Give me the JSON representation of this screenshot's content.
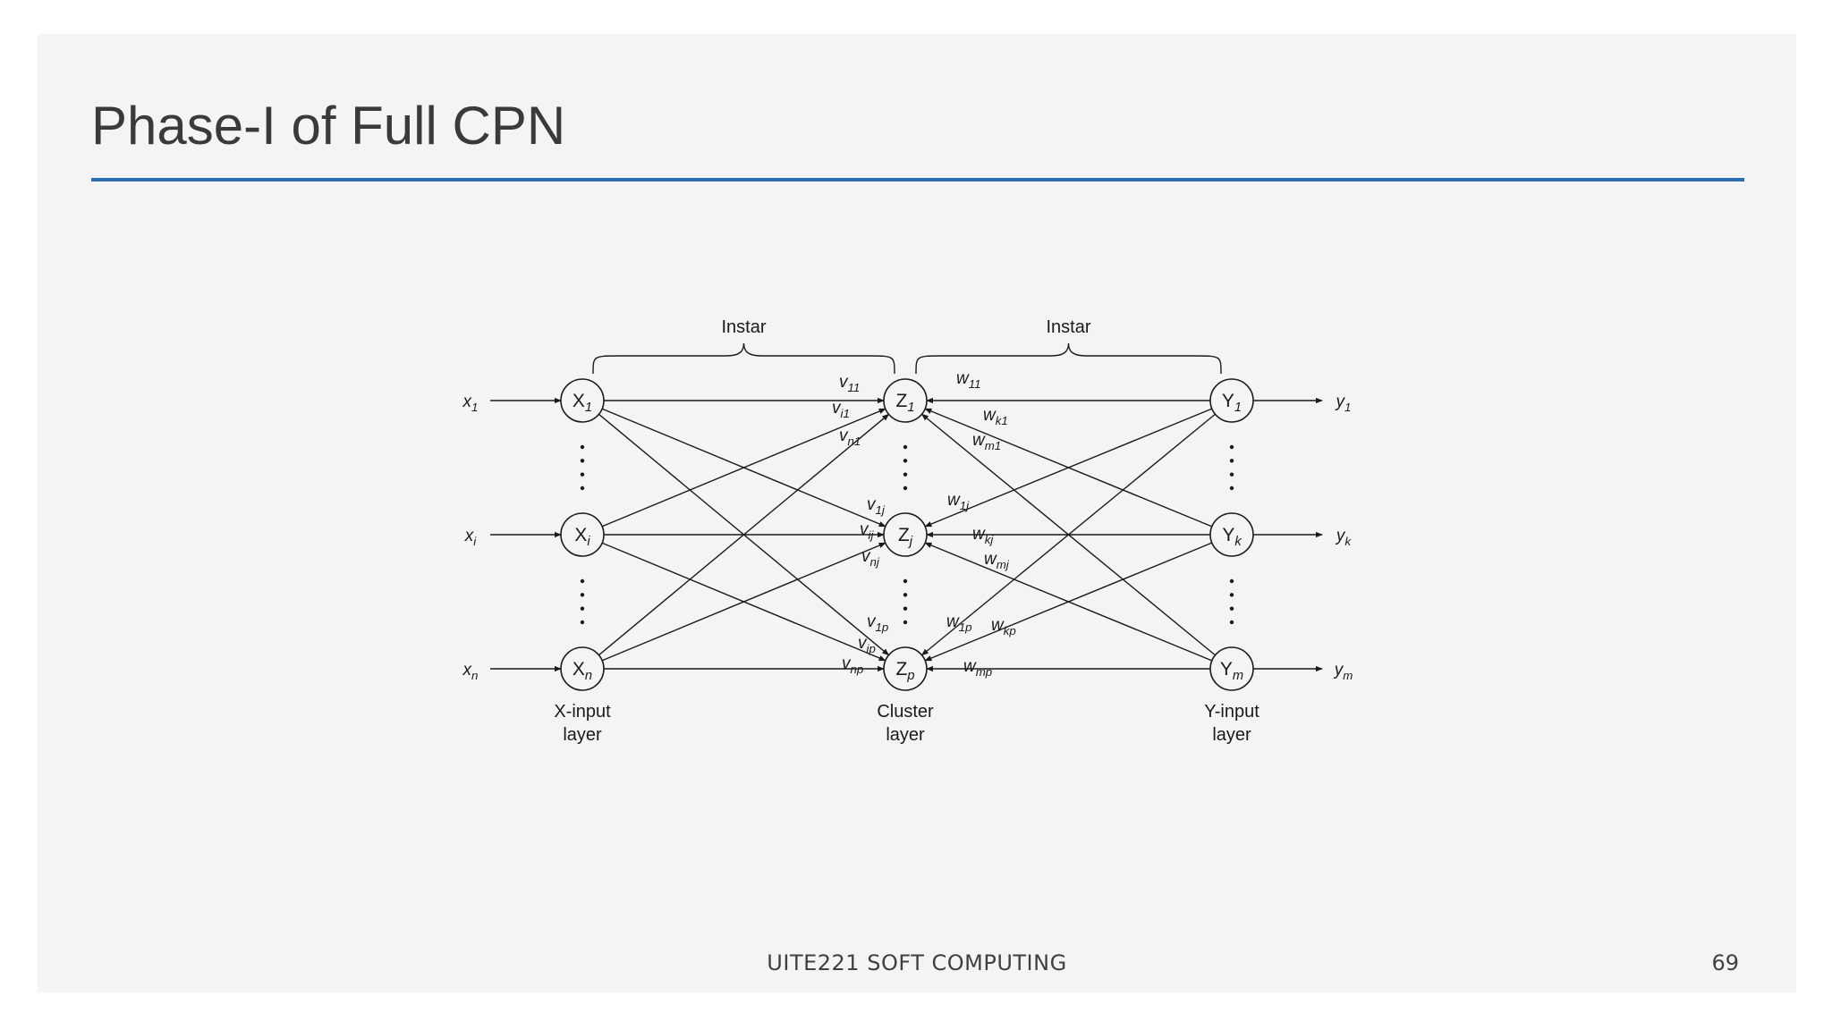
{
  "slide": {
    "title": "Phase-I of Full CPN",
    "footer": "UITE221 SOFT COMPUTING",
    "page_number": "69",
    "accent_color": "#2e6db4"
  },
  "diagram": {
    "brace_labels": [
      "Instar",
      "Instar"
    ],
    "x_inputs": [
      {
        "base": "x",
        "sub": "1"
      },
      {
        "base": "x",
        "sub": "i"
      },
      {
        "base": "x",
        "sub": "n"
      }
    ],
    "x_nodes": [
      {
        "base": "X",
        "sub": "1"
      },
      {
        "base": "X",
        "sub": "i"
      },
      {
        "base": "X",
        "sub": "n"
      }
    ],
    "z_nodes": [
      {
        "base": "Z",
        "sub": "1"
      },
      {
        "base": "Z",
        "sub": "j"
      },
      {
        "base": "Z",
        "sub": "p"
      }
    ],
    "y_nodes": [
      {
        "base": "Y",
        "sub": "1"
      },
      {
        "base": "Y",
        "sub": "k"
      },
      {
        "base": "Y",
        "sub": "m"
      }
    ],
    "y_outputs": [
      {
        "base": "y",
        "sub": "1"
      },
      {
        "base": "y",
        "sub": "k"
      },
      {
        "base": "y",
        "sub": "m"
      }
    ],
    "v_weights": [
      {
        "base": "v",
        "sub": "11"
      },
      {
        "base": "v",
        "sub": "i1"
      },
      {
        "base": "v",
        "sub": "n1"
      },
      {
        "base": "v",
        "sub": "1j"
      },
      {
        "base": "v",
        "sub": "ij"
      },
      {
        "base": "v",
        "sub": "nj"
      },
      {
        "base": "v",
        "sub": "1p"
      },
      {
        "base": "v",
        "sub": "ip"
      },
      {
        "base": "v",
        "sub": "np"
      }
    ],
    "w_weights": [
      {
        "base": "w",
        "sub": "11"
      },
      {
        "base": "w",
        "sub": "k1"
      },
      {
        "base": "w",
        "sub": "m1"
      },
      {
        "base": "w",
        "sub": "1j"
      },
      {
        "base": "w",
        "sub": "kj"
      },
      {
        "base": "w",
        "sub": "mj"
      },
      {
        "base": "w",
        "sub": "1p"
      },
      {
        "base": "w",
        "sub": "kp"
      },
      {
        "base": "w",
        "sub": "mp"
      }
    ],
    "layer_captions": {
      "x": [
        "X-input",
        "layer"
      ],
      "z": [
        "Cluster",
        "layer"
      ],
      "y": [
        "Y-input",
        "layer"
      ]
    }
  }
}
